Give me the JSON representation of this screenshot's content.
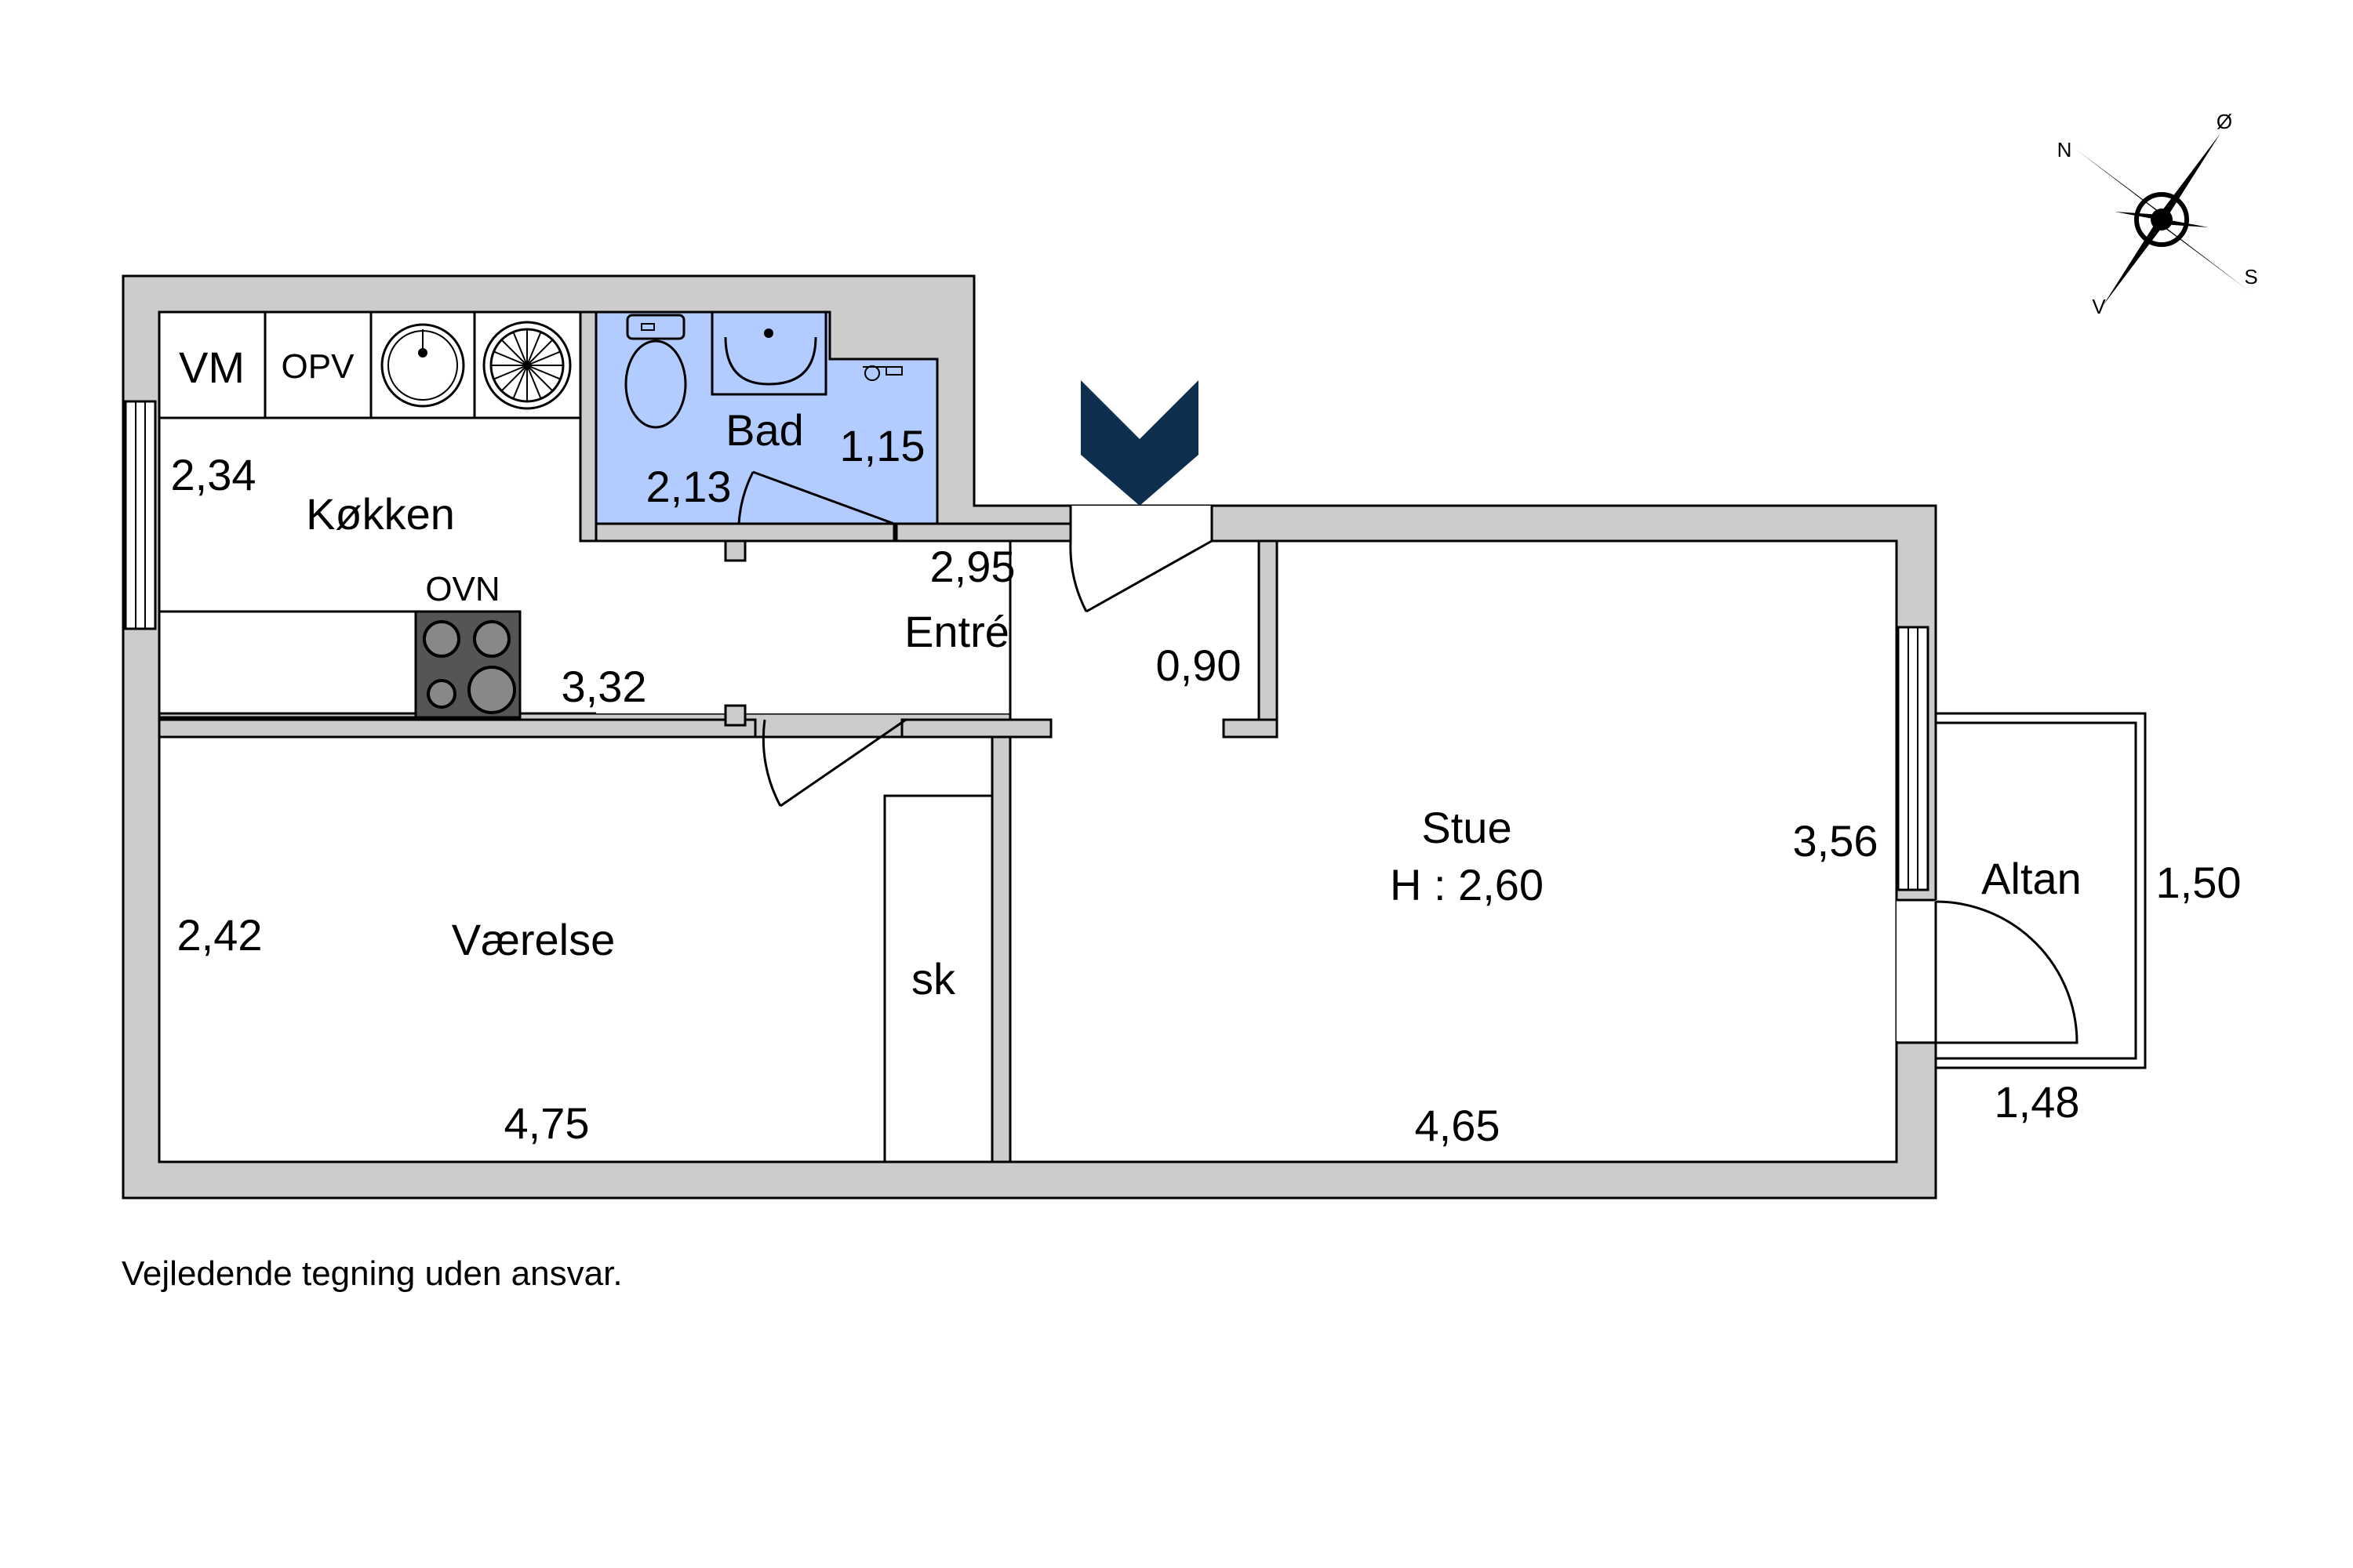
{
  "rooms": {
    "kitchen": "Køkken",
    "bath": "Bad",
    "entry": "Entré",
    "living": "Stue",
    "living_height": "H : 2,60",
    "bedroom": "Værelse",
    "closet": "sk",
    "balcony": "Altan"
  },
  "fixtures": {
    "washer": "VM",
    "dishwasher": "OPV",
    "oven": "OVN"
  },
  "dimensions": {
    "kitchen_depth": "2,34",
    "kitchen_length": "3,32",
    "bath_width": "2,13",
    "bath_depth": "1,15",
    "entry_width": "2,95",
    "entry_door": "0,90",
    "bedroom_depth": "2,42",
    "bedroom_length": "4,75",
    "living_depth": "3,56",
    "living_length": "4,65",
    "balcony_depth": "1,50",
    "balcony_length": "1,48"
  },
  "compass": {
    "n": "N",
    "e": "Ø",
    "s": "S",
    "w": "V"
  },
  "colors": {
    "wall": "#cccccc",
    "bath_fill": "#b3ccff",
    "entrance_marker": "#0d2e4d"
  },
  "disclaimer": "Vejledende tegning uden ansvar."
}
